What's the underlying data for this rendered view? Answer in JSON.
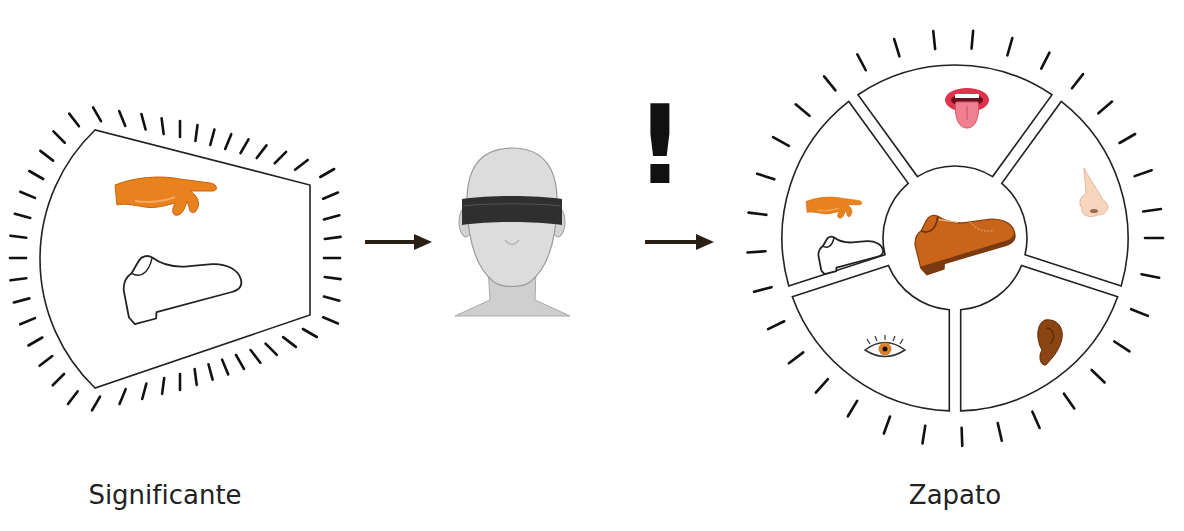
{
  "diagram": {
    "nodes": [
      {
        "text": [
          "Significante"
        ]
      },
      {
        "text": [
          "Zapato"
        ]
      }
    ],
    "labels": [
      "!"
    ]
  }
}
